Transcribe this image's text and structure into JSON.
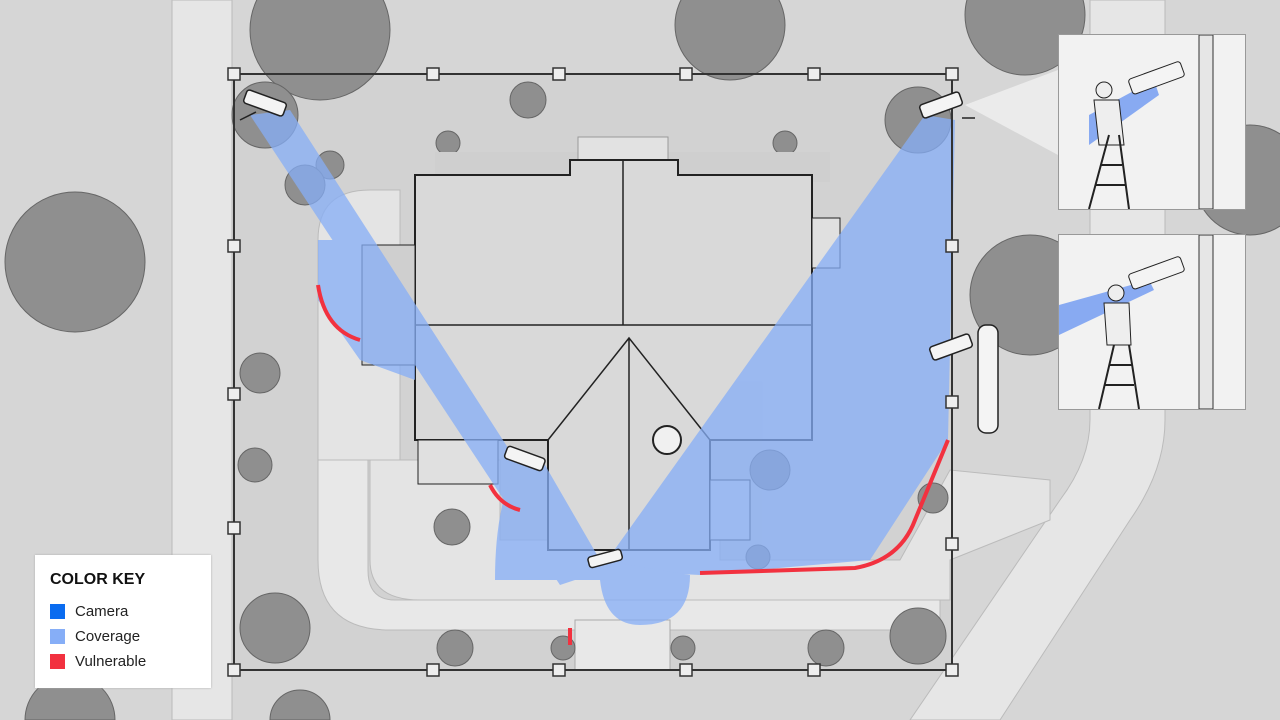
{
  "color_key": {
    "title": "COLOR KEY",
    "items": [
      {
        "label": "Camera",
        "color": "#0a6cf0"
      },
      {
        "label": "Coverage",
        "color": "#86aef7"
      },
      {
        "label": "Vulnerable",
        "color": "#f2313f"
      }
    ]
  },
  "colors": {
    "camera": "#0a6cf0",
    "coverage": "#86aef7",
    "vulnerable": "#f2313f",
    "ground": "#d6d6d6",
    "tree": "#8f8f8f"
  }
}
